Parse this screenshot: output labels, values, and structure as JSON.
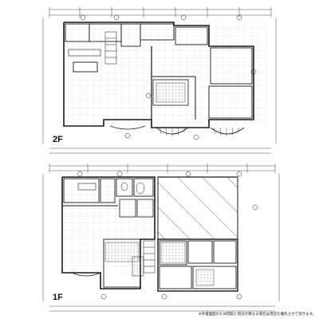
{
  "floors": [
    {
      "label": "2F"
    },
    {
      "label": "1F"
    }
  ],
  "note": "※手書図面のため間取と現況が異なる場合は現況を優先させて頂きます。",
  "colors": {
    "line": "#1a1a1a",
    "grid": "#b8b8b8",
    "hatch": "#555555",
    "paper": "#ffffff"
  }
}
